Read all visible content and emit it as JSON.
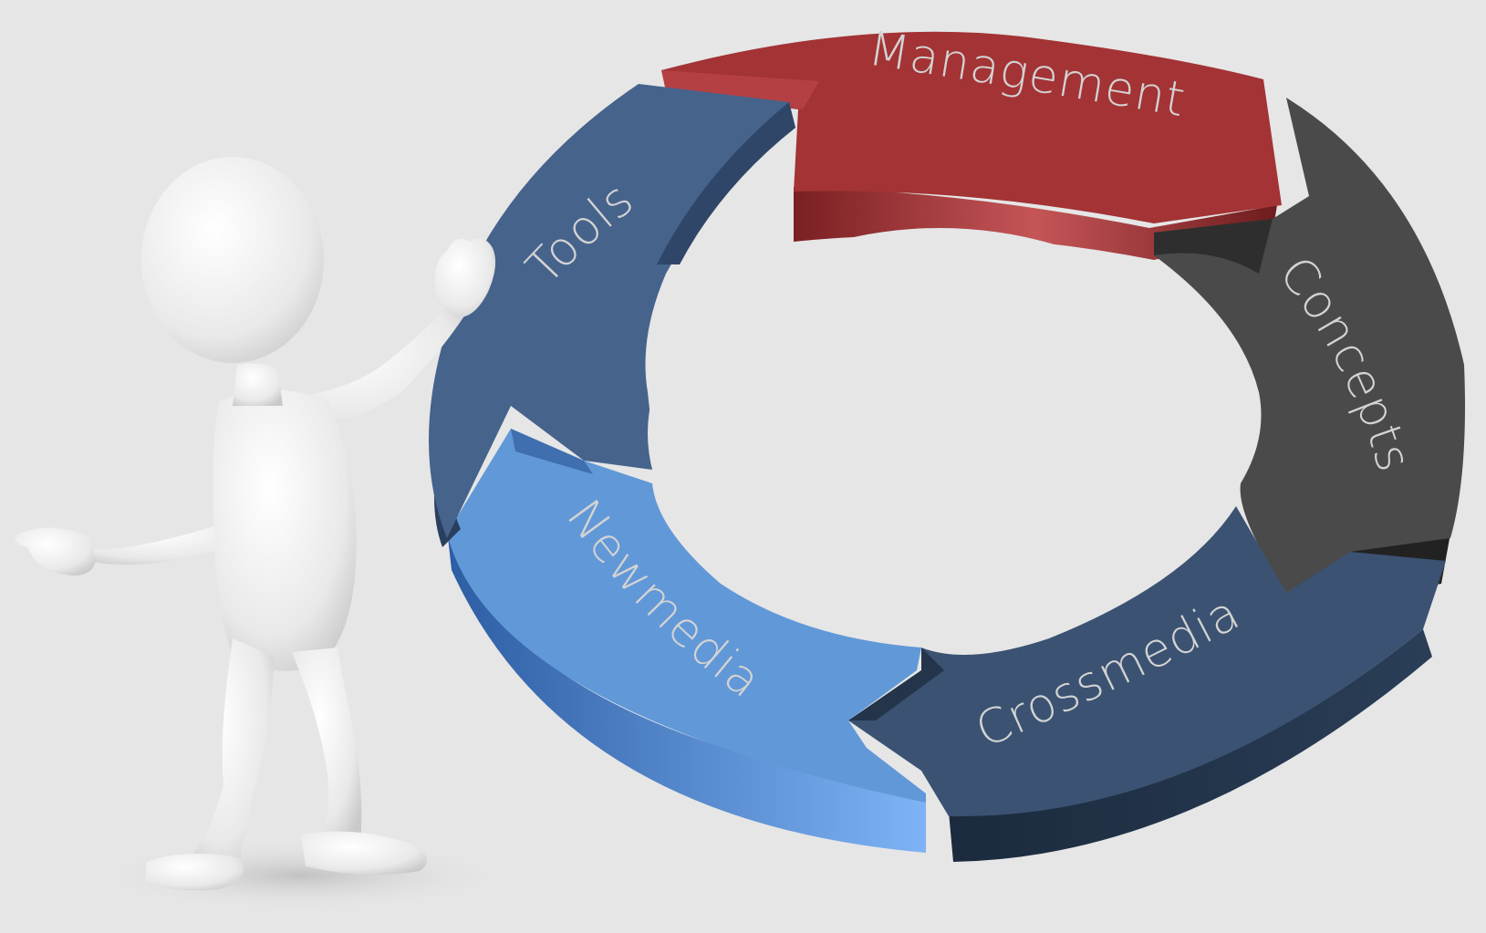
{
  "cycle": {
    "segments": [
      {
        "id": "management",
        "label": "Management",
        "color": "#9e2f30"
      },
      {
        "id": "concepts",
        "label": "Concepts",
        "color": "#3d3d3d"
      },
      {
        "id": "crossmedia",
        "label": "Crossmedia",
        "color": "#2f4a6b"
      },
      {
        "id": "newmedia",
        "label": "Newmedia",
        "color": "#5b8fd6"
      },
      {
        "id": "tools",
        "label": "Tools",
        "color": "#3f5f8c"
      }
    ]
  },
  "figure": {
    "description_icon": "stick-figure-presenter-icon",
    "color": "#f4f4f4"
  },
  "colors": {
    "background": "#e6e6e6"
  }
}
